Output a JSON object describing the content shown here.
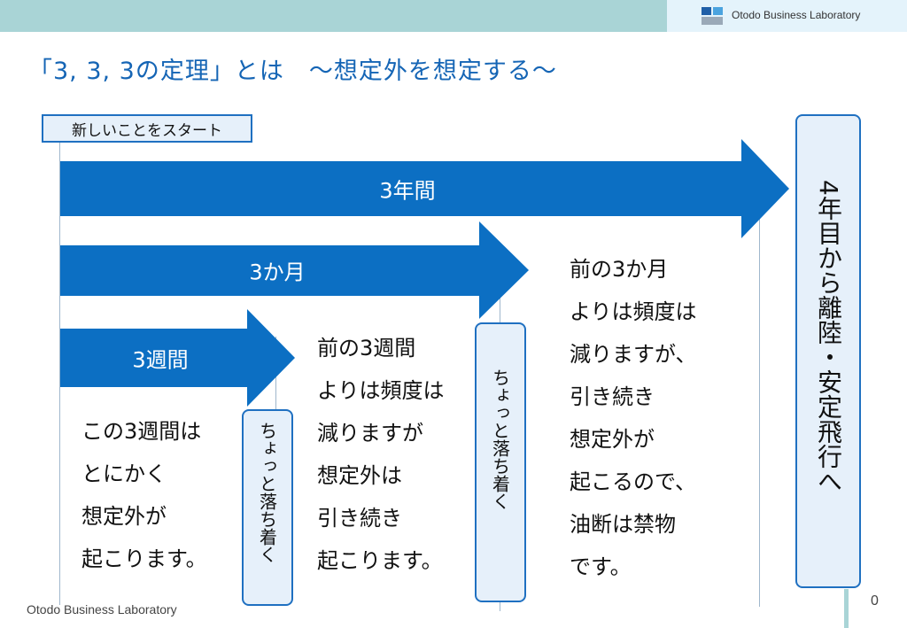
{
  "header": {
    "brand": "Otodo Business Laboratory",
    "logo_icon": "blue-squares-logo"
  },
  "title": "「3, 3, 3の定理」とは　～想定外を想定する～",
  "start_label": "新しいことをスタート",
  "arrows": {
    "three_years": "3年間",
    "three_months": "3か月",
    "three_weeks": "3週間"
  },
  "notes": {
    "weeks": "この3週間は\nとにかく\n想定外が\n起こります。",
    "months": "前の3週間\nよりは頻度は\n減りますが\n想定外は\n引き続き\n起こります。",
    "years": "前の3か月\nよりは頻度は\n減りますが、\n引き続き\n想定外が\n起こるので、\n油断は禁物\nです。"
  },
  "calm_label_1": "ちょっと落ち着く",
  "calm_label_2": "ちょっと落ち着く",
  "year4_label": "4年目から離陸・安定飛行へ",
  "footer": {
    "left": "Otodo Business Laboratory",
    "page_number": "0"
  },
  "colors": {
    "arrow": "#0c6fc3",
    "topbar": "#a9d4d6",
    "title": "#1565b5",
    "box_border": "#1f70c1",
    "box_fill": "#e6f0fa"
  }
}
